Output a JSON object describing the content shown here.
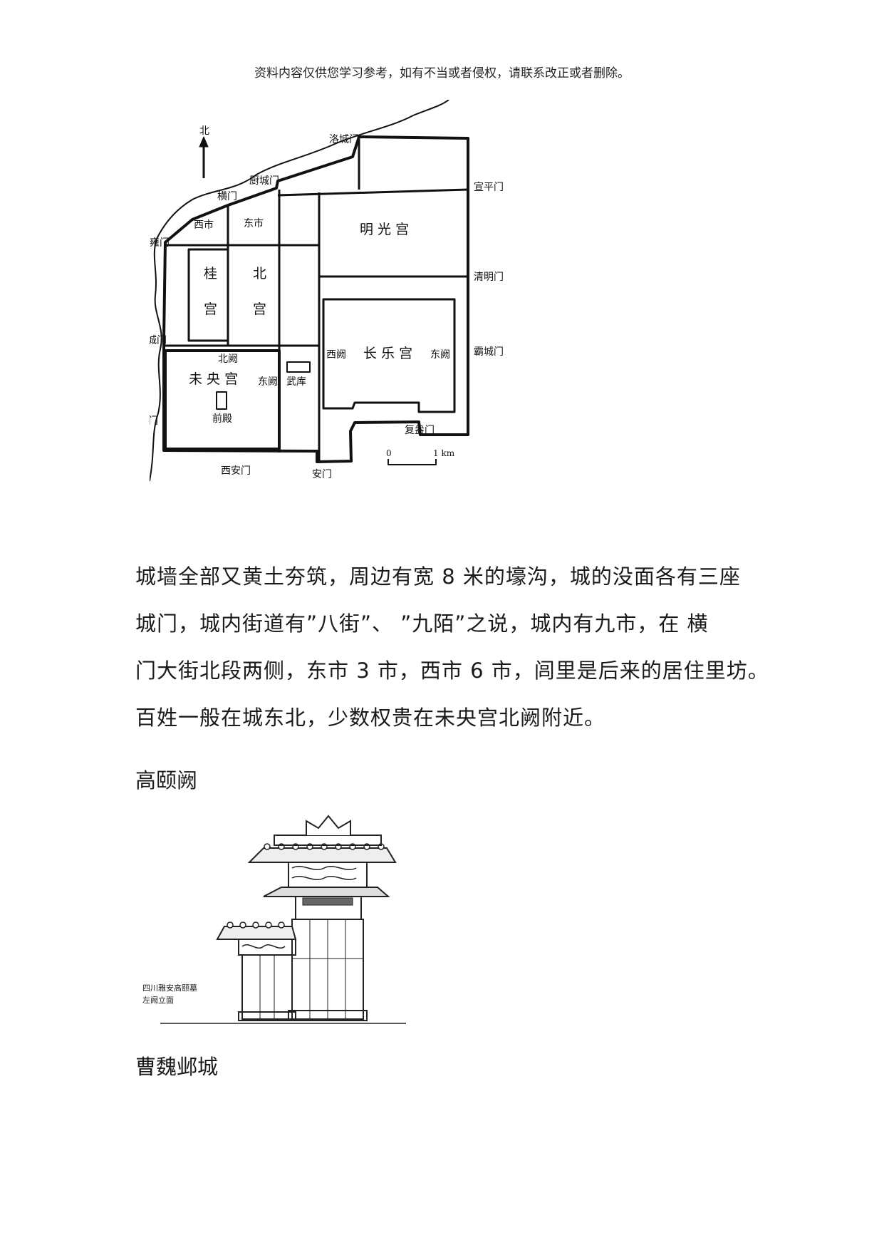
{
  "header": {
    "note": "资料内容仅供您学习参考，如有不当或者侵权，请联系改正或者删除。"
  },
  "map": {
    "north": "北",
    "gates": {
      "luocheng": "洛城门",
      "chucheng": "厨城门",
      "heng": "横门",
      "xuanping": "宣平门",
      "yong": "雍门",
      "qingming": "清明门",
      "zhicheng": "直城门",
      "bacheng": "霸城门",
      "zhangcheng": "章城门",
      "fuang": "复盎门",
      "xian": "西安门",
      "an": "安门"
    },
    "places": {
      "xishi": "西市",
      "dongshi": "东市",
      "mingguang": "明  光  宫",
      "gui_1": "桂",
      "gui_2": "宫",
      "bei_1": "北",
      "bei_2": "宫",
      "changle": "长  乐  宫",
      "xique_changle": "西阙",
      "dongque_changle": "东阙",
      "beique": "北阙",
      "weiyang": "未  央  宫",
      "dongque_weiyang": "东阙",
      "qiandian": "前殿",
      "wuku": "武库"
    },
    "scale": {
      "start": "0",
      "end": "1 km"
    }
  },
  "paragraph": {
    "line1": "城墙全部又黄土夯筑，周边有宽 8 米的壕沟，城的没面各有三座",
    "line2": "城门，城内街道有”八街”、 ”九陌”之说，城内有九市，在  横",
    "line3": "门大街北段两侧，东市 3 市，西市 6 市，闾里是后来的居住里坊。",
    "line4": "百姓一般在城东北，少数权贵在未央宫北阙附近。"
  },
  "heading_gaoyi": "高颐阙",
  "figure_que": {
    "caption_line1": "四川雅安高颐墓",
    "caption_line2": "左阙立面"
  },
  "heading_caowei": "曹魏邺城"
}
